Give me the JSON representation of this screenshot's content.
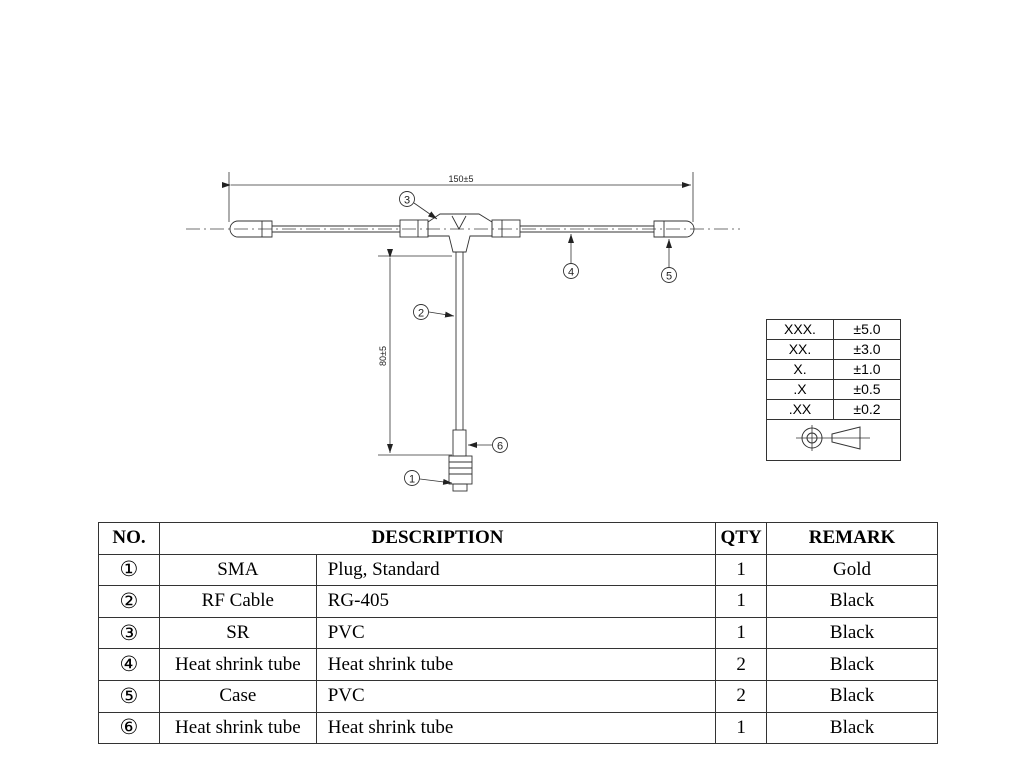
{
  "drawing": {
    "dim_width": "150±5",
    "dim_height": "80±5",
    "callouts": [
      "1",
      "2",
      "3",
      "4",
      "5",
      "6"
    ]
  },
  "tolerance_table": {
    "rows": [
      {
        "key": "XXX.",
        "value": "±5.0"
      },
      {
        "key": "XX.",
        "value": "±3.0"
      },
      {
        "key": "X.",
        "value": "±1.0"
      },
      {
        "key": ".X",
        "value": "±0.5"
      },
      {
        "key": ".XX",
        "value": "±0.2"
      }
    ],
    "projection_symbol": "third-angle-projection-icon"
  },
  "bom": {
    "headers": {
      "no": "NO.",
      "description": "DESCRIPTION",
      "qty": "QTY",
      "remark": "REMARK"
    },
    "rows": [
      {
        "no": "①",
        "part": "SMA",
        "desc": "Plug, Standard",
        "qty": "1",
        "remark": "Gold"
      },
      {
        "no": "②",
        "part": "RF Cable",
        "desc": "RG-405",
        "qty": "1",
        "remark": "Black"
      },
      {
        "no": "③",
        "part": "SR",
        "desc": "PVC",
        "qty": "1",
        "remark": "Black"
      },
      {
        "no": "④",
        "part": "Heat shrink tube",
        "desc": "Heat shrink tube",
        "qty": "2",
        "remark": "Black"
      },
      {
        "no": "⑤",
        "part": "Case",
        "desc": "PVC",
        "qty": "2",
        "remark": "Black"
      },
      {
        "no": "⑥",
        "part": "Heat shrink tube",
        "desc": "Heat shrink tube",
        "qty": "1",
        "remark": "Black"
      }
    ]
  }
}
